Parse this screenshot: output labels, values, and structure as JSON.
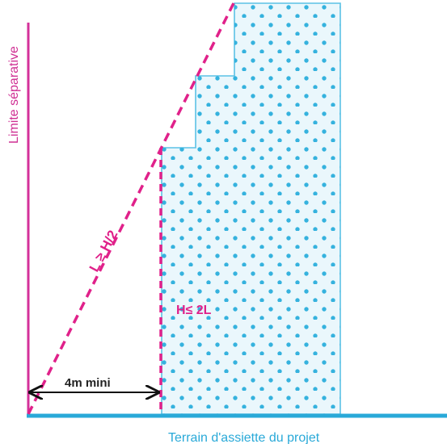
{
  "labels": {
    "boundary": "Limite séparative",
    "distance_rule": "L ≥ H/2",
    "height_rule": "H≤ 2L",
    "min_distance": "4m mini",
    "ground": "Terrain d'assiette du projet"
  },
  "colors": {
    "magenta": "#e0218a",
    "magenta_text": "#cf2f93",
    "cyan": "#29a9d8",
    "building_fill": "#eaf7fc",
    "building_outline": "#5bc2e5",
    "dots": "#35b2de"
  }
}
